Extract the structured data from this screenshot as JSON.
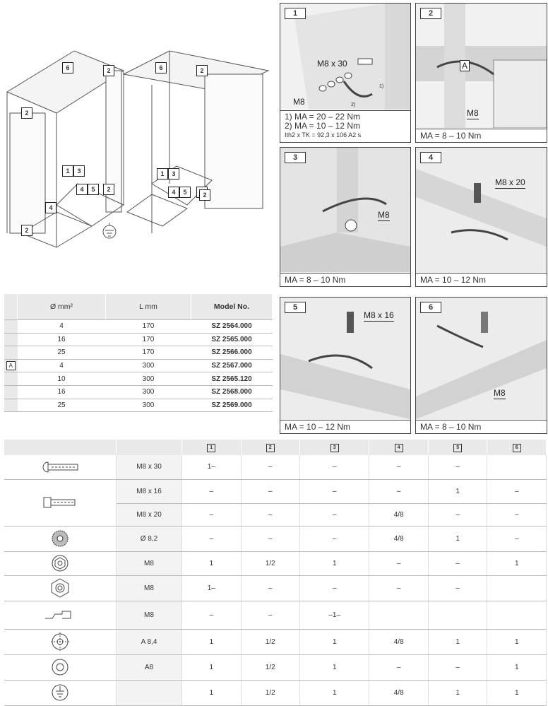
{
  "overview": {
    "callouts": [
      "6",
      "2",
      "6",
      "2",
      "2",
      "2",
      "1",
      "3",
      "4",
      "5",
      "2",
      "1",
      "3",
      "4",
      "5",
      "2",
      "4",
      "2"
    ]
  },
  "panels": [
    {
      "num": "1",
      "labels": [
        "M8 x 30",
        "M8",
        "1)",
        "2)"
      ],
      "notes": [
        "1) MA = 20 – 22 Nm",
        "2) MA = 10 – 12 Nm",
        "Ith2 x TK = 92,3 x 106 A2 s"
      ]
    },
    {
      "num": "2",
      "labels": [
        "A",
        "M8"
      ],
      "caption": "MA = 8 – 10 Nm"
    },
    {
      "num": "3",
      "labels": [
        "M8"
      ],
      "caption": "MA = 8 – 10 Nm"
    },
    {
      "num": "4",
      "labels": [
        "M8 x 20"
      ],
      "caption": "MA = 10 – 12 Nm"
    },
    {
      "num": "5",
      "labels": [
        "M8 x 16"
      ],
      "caption": "MA = 10 – 12 Nm"
    },
    {
      "num": "6",
      "labels": [
        "M8"
      ],
      "caption": "MA = 8 – 10 Nm"
    }
  ],
  "model_table": {
    "headers": [
      "Ø mm²",
      "L mm",
      "Model No."
    ],
    "group_label": "A",
    "rows": [
      [
        "4",
        "170",
        "SZ 2564.000"
      ],
      [
        "16",
        "170",
        "SZ 2565.000"
      ],
      [
        "25",
        "170",
        "SZ 2566.000"
      ],
      [
        "4",
        "300",
        "SZ 2567.000"
      ],
      [
        "10",
        "300",
        "SZ 2565.120"
      ],
      [
        "16",
        "300",
        "SZ 2568.000"
      ],
      [
        "25",
        "300",
        "SZ 2569.000"
      ]
    ]
  },
  "parts_table": {
    "columns": [
      "1",
      "2",
      "3",
      "4",
      "5",
      "6"
    ],
    "rows": [
      {
        "icon": "bolt-round-head-icon",
        "size": "M8 x 30",
        "cells": [
          "1–",
          "–",
          "–",
          "–",
          "–",
          ""
        ]
      },
      {
        "icon": "bolt-hex-head-icon",
        "size": "M8 x 16",
        "cells": [
          "–",
          "–",
          "–",
          "–",
          "1",
          "–"
        ]
      },
      {
        "icon": "",
        "size": "M8 x 20",
        "cells": [
          "–",
          "–",
          "–",
          "4/8",
          "–",
          "–"
        ]
      },
      {
        "icon": "serrated-washer-icon",
        "size": "Ø 8,2",
        "cells": [
          "–",
          "–",
          "–",
          "4/8",
          "1",
          "–"
        ]
      },
      {
        "icon": "nut-flange-icon",
        "size": "M8",
        "cells": [
          "1",
          "1/2",
          "1",
          "–",
          "–",
          "1"
        ]
      },
      {
        "icon": "hex-nut-icon",
        "size": "M8",
        "cells": [
          "1–",
          "–",
          "–",
          "–",
          "–",
          ""
        ]
      },
      {
        "icon": "cage-nut-icon",
        "size": "M8",
        "cells": [
          "–",
          "–",
          "–1–",
          "",
          "",
          ""
        ]
      },
      {
        "icon": "contact-washer-icon",
        "size": "A 8,4",
        "cells": [
          "1",
          "1/2",
          "1",
          "4/8",
          "1",
          "1"
        ]
      },
      {
        "icon": "plain-washer-icon",
        "size": "A8",
        "cells": [
          "1",
          "1/2",
          "1",
          "–",
          "–",
          "1"
        ]
      },
      {
        "icon": "earth-symbol-icon",
        "size": "",
        "cells": [
          "1",
          "1/2",
          "1",
          "4/8",
          "1",
          "1"
        ]
      }
    ]
  }
}
